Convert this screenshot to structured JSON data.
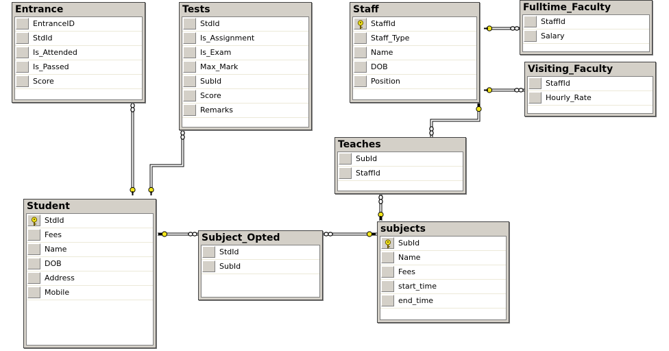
{
  "tables": {
    "entrance": {
      "title": "Entrance",
      "fields": [
        "EntranceID",
        "StdId",
        "Is_Attended",
        "Is_Passed",
        "Score"
      ]
    },
    "tests": {
      "title": "Tests",
      "fields": [
        "StdId",
        "Is_Assignment",
        "Is_Exam",
        "Max_Mark",
        "SubId",
        "Score",
        "Remarks"
      ]
    },
    "staff": {
      "title": "Staff",
      "fields": [
        "StaffId",
        "Staff_Type",
        "Name",
        "DOB",
        "Position"
      ]
    },
    "fulltime_faculty": {
      "title": "Fulltime_Faculty",
      "fields": [
        "StaffId",
        "Salary"
      ]
    },
    "visiting_faculty": {
      "title": "Visiting_Faculty",
      "fields": [
        "StaffId",
        "Hourly_Rate"
      ]
    },
    "teaches": {
      "title": "Teaches",
      "fields": [
        "SubId",
        "StaffId"
      ]
    },
    "student": {
      "title": "Student",
      "fields": [
        "StdId",
        "Fees",
        "Name",
        "DOB",
        "Address",
        "Mobile"
      ]
    },
    "subject_opted": {
      "title": "Subject_Opted",
      "fields": [
        "StdId",
        "SubId"
      ]
    },
    "subjects": {
      "title": "subjects",
      "fields": [
        "SubId",
        "Name",
        "Fees",
        "start_time",
        "end_time"
      ]
    }
  },
  "key_icon": "key-icon",
  "colors": {
    "table_frame": "#d4d0c8",
    "key_yellow": "#f2e51c",
    "connector": "#000000"
  }
}
